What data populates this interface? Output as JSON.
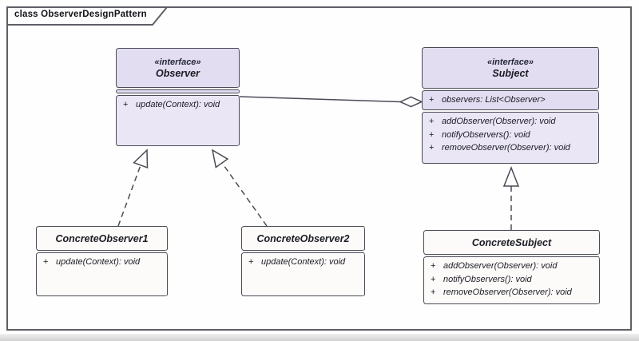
{
  "frame": {
    "title": "class ObserverDesignPattern"
  },
  "classes": {
    "observer": {
      "stereotype": "«interface»",
      "name": "Observer",
      "attributes": [],
      "operations": [
        {
          "visibility": "+",
          "signature": "update(Context): void"
        }
      ]
    },
    "subject": {
      "stereotype": "«interface»",
      "name": "Subject",
      "attributes": [
        {
          "visibility": "+",
          "signature": "observers: List<Observer>"
        }
      ],
      "operations": [
        {
          "visibility": "+",
          "signature": "addObserver(Observer): void"
        },
        {
          "visibility": "+",
          "signature": "notifyObservers(): void"
        },
        {
          "visibility": "+",
          "signature": "removeObserver(Observer): void"
        }
      ]
    },
    "concrete_observer1": {
      "name": "ConcreteObserver1",
      "operations": [
        {
          "visibility": "+",
          "signature": "update(Context): void"
        }
      ]
    },
    "concrete_observer2": {
      "name": "ConcreteObserver2",
      "operations": [
        {
          "visibility": "+",
          "signature": "update(Context): void"
        }
      ]
    },
    "concrete_subject": {
      "name": "ConcreteSubject",
      "operations": [
        {
          "visibility": "+",
          "signature": "addObserver(Observer): void"
        },
        {
          "visibility": "+",
          "signature": "notifyObservers(): void"
        },
        {
          "visibility": "+",
          "signature": "removeObserver(Observer): void"
        }
      ]
    }
  },
  "relationships": [
    {
      "type": "aggregation",
      "owner": "Subject",
      "part": "Observer"
    },
    {
      "type": "realization",
      "from": "ConcreteObserver1",
      "to": "Observer"
    },
    {
      "type": "realization",
      "from": "ConcreteObserver2",
      "to": "Observer"
    },
    {
      "type": "realization",
      "from": "ConcreteSubject",
      "to": "Subject"
    }
  ],
  "colors": {
    "page_bg": "#fefefe",
    "interface_header_fill": "#e2ddf0",
    "interface_body_fill": "#eae6f6",
    "class_fill": "#fcfbf9",
    "box_border": "#4b4b57",
    "frame_border": "#5f5f66",
    "text": "#1b1b24",
    "connector": "#4b4b57",
    "bottom_strip": "#d2d2d2"
  }
}
